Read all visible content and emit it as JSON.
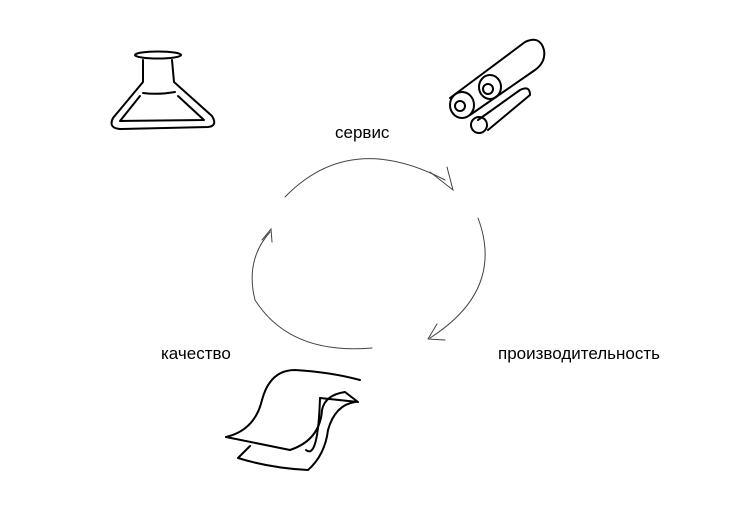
{
  "labels": {
    "service": "сервис",
    "performance": "производительность",
    "quality": "качество"
  },
  "icons": [
    "flask-icon",
    "pipes-icon",
    "paper-sheets-icon"
  ]
}
